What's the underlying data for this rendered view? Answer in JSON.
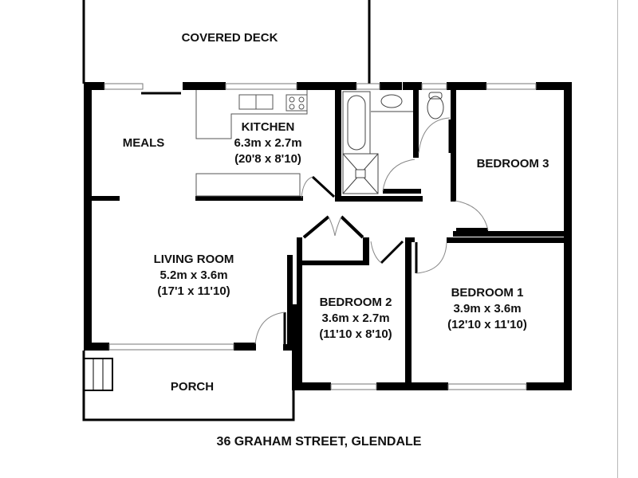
{
  "plan": {
    "address": "36 GRAHAM STREET, GLENDALE",
    "rooms": {
      "covered_deck": {
        "name": "COVERED DECK"
      },
      "meals": {
        "name": "MEALS"
      },
      "kitchen": {
        "name": "KITCHEN",
        "metric": "6.3m x 2.7m",
        "imperial": "(20'8 x 8'10)"
      },
      "bedroom3": {
        "name": "BEDROOM 3"
      },
      "living": {
        "name": "LIVING ROOM",
        "metric": "5.2m x 3.6m",
        "imperial": "(17'1 x 11'10)"
      },
      "bedroom2": {
        "name": "BEDROOM 2",
        "metric": "3.6m x 2.7m",
        "imperial": "(11'10 x 8'10)"
      },
      "bedroom1": {
        "name": "BEDROOM 1",
        "metric": "3.9m x 3.6m",
        "imperial": "(12'10 x 11'10)"
      },
      "porch": {
        "name": "PORCH"
      }
    },
    "colors": {
      "wall": "#000000",
      "background": "#ffffff",
      "fixture": "#333333",
      "door_arc": "#888888"
    }
  }
}
